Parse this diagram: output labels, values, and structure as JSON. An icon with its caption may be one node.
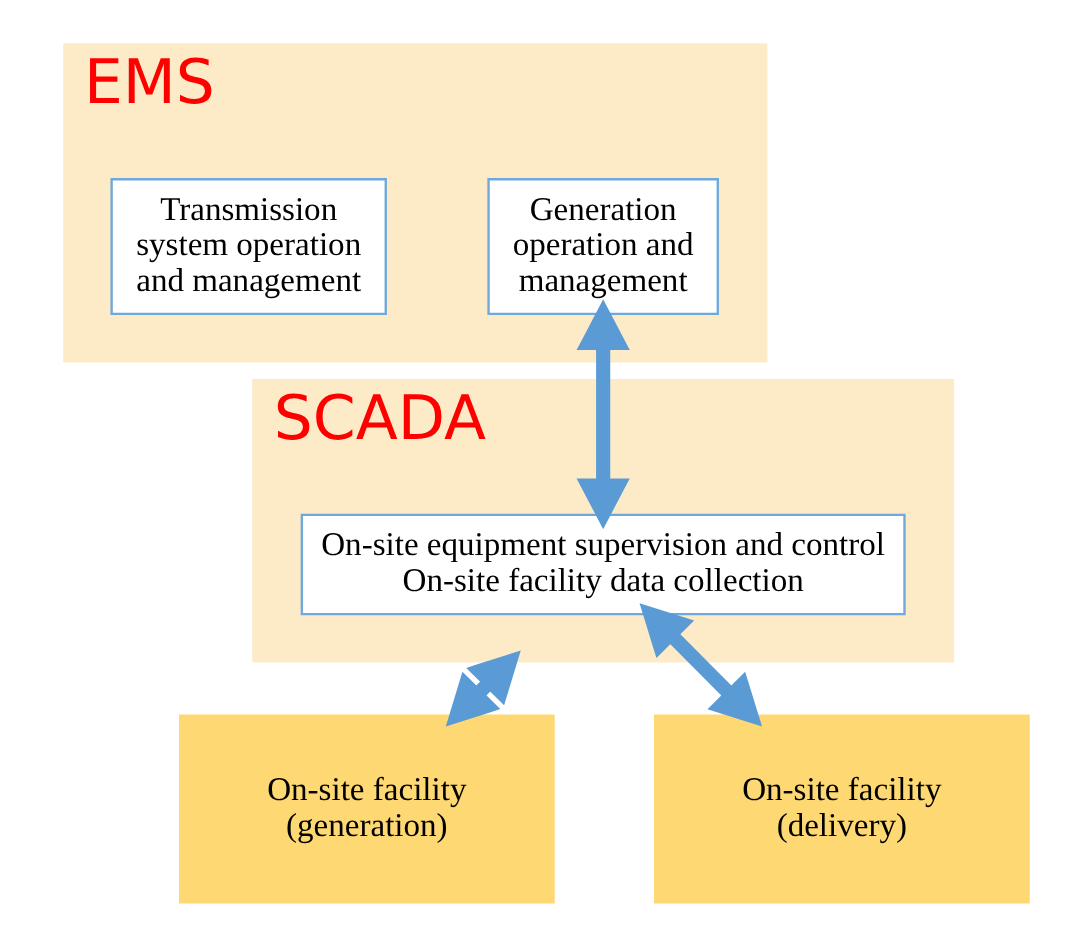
{
  "diagram": {
    "nodes": [
      {
        "text": [
          "EMS"
        ]
      },
      {
        "text": [
          "Generation operation and management"
        ],
        "in": 0
      },
      {
        "text": [
          "Transmission system operation and management"
        ],
        "in": 0
      },
      {
        "text": [
          "SCADA"
        ]
      },
      {
        "text": [
          "On-site equipment supervision and control",
          "On-site facility data collection"
        ],
        "in": 3
      },
      {
        "text": [
          "On-site facility (generation)"
        ]
      },
      {
        "text": [
          "On-site facility (delivery)"
        ]
      }
    ],
    "edges": [
      {
        "from": 1,
        "to": 4,
        "arrow": "both"
      },
      {
        "from": 3,
        "to": 5,
        "arrow": "both"
      },
      {
        "from": 4,
        "to": 6,
        "arrow": "both"
      }
    ]
  }
}
